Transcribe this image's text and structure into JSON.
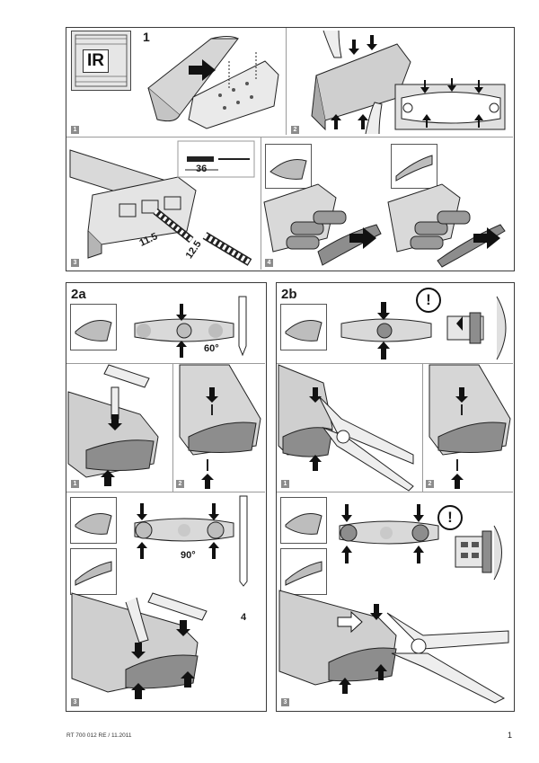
{
  "sections": {
    "s1": {
      "title": "1",
      "ir_label": "IR"
    },
    "s2a": {
      "title": "2a",
      "angle_a": "60°",
      "angle_b": "90°",
      "dim_pin": "4"
    },
    "s2b": {
      "title": "2b"
    },
    "s3": {
      "dim_36": "36",
      "dim_115": "11.5",
      "dim_125": "12.5"
    }
  },
  "steps": {
    "top_1": "1",
    "top_2": "2",
    "top_3": "3",
    "top_4": "4",
    "a_1": "1",
    "a_2": "2",
    "a_3": "3",
    "b_1": "1",
    "b_2": "2",
    "b_3": "3"
  },
  "warning_symbol": "!",
  "footer": {
    "doc_id": "RT 700 012  RE / 11.2011",
    "page_number": "1"
  },
  "colors": {
    "line": "#222222",
    "part_fill": "#bdbdbd",
    "part_dark": "#7a7a7a",
    "badge": "#8c8c8c"
  }
}
